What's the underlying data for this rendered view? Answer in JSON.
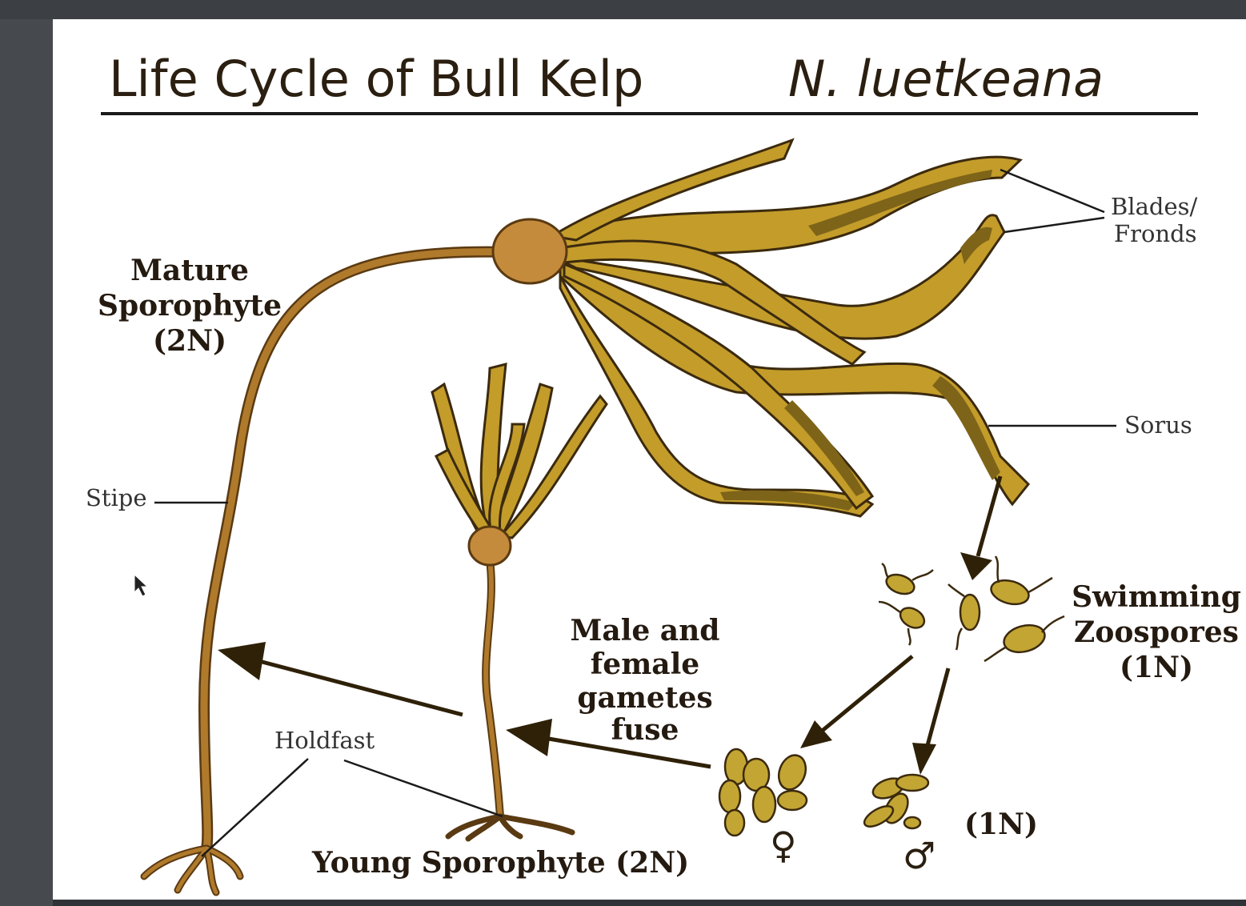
{
  "title": {
    "main": "Life Cycle of Bull Kelp",
    "species": "N. luetkeana"
  },
  "labels": {
    "mature_sporophyte": [
      "Mature",
      "Sporophyte",
      "(2N)"
    ],
    "stipe": "Stipe",
    "holdfast": "Holdfast",
    "blades": [
      "Blades/",
      "Fronds"
    ],
    "sorus": "Sorus",
    "swimming_zoospores": [
      "Swimming",
      "Zoospores",
      "(1N)"
    ],
    "gametes_fuse": [
      "Male and",
      "female",
      "gametes",
      "fuse"
    ],
    "young_sporophyte": "Young Sporophyte (2N)",
    "gametophyte_ploidy": "(1N)",
    "female_symbol": "♀",
    "male_symbol": "♂"
  },
  "colors": {
    "kelp_blade": "#c39c2a",
    "sorus_patch": "#7d6418",
    "stipe": "#b07a2c",
    "outline": "#3b2a0e",
    "arrow": "#2e2108"
  }
}
